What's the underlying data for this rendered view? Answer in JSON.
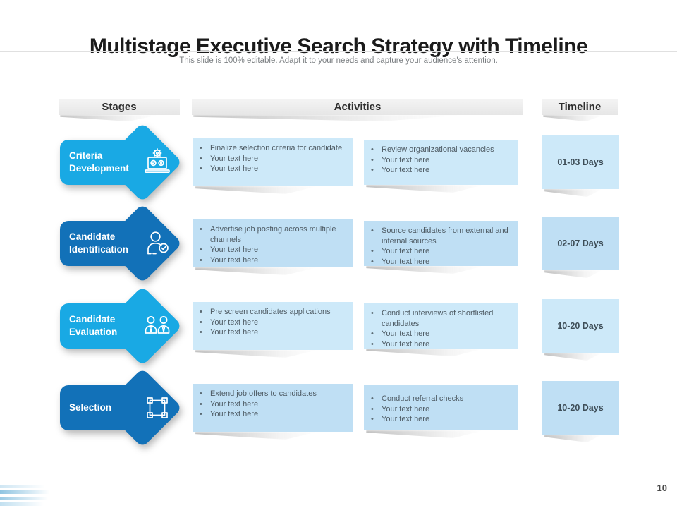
{
  "page": {
    "title": "Multistage Executive Search Strategy with Timeline",
    "subtitle": "This slide is 100% editable. Adapt it to your needs and capture your audience's attention.",
    "page_number": "10"
  },
  "columns": {
    "stages": "Stages",
    "activities": "Activities",
    "timeline": "Timeline"
  },
  "colors": {
    "stage_light": "#19A9E4",
    "stage_dark": "#1271B8",
    "tint_a": "#CDE9F9",
    "tint_b": "#BFDFF4"
  },
  "rows": [
    {
      "stage": "Criteria Development",
      "icon": "laptop-gear-icon",
      "boxes": [
        {
          "bullets": [
            "Finalize selection criteria for candidate",
            "Your text here",
            "Your text here"
          ]
        },
        {
          "bullets": [
            "Review organizational vacancies",
            "Your text here",
            "Your text here"
          ]
        }
      ],
      "timeline": "01-03 Days"
    },
    {
      "stage": "Candidate Identification",
      "icon": "person-check-icon",
      "boxes": [
        {
          "bullets": [
            "Advertise job posting across multiple channels",
            "Your text here",
            "Your text here"
          ]
        },
        {
          "bullets": [
            "Source candidates from external and internal sources",
            "Your text here",
            "Your text here"
          ]
        }
      ],
      "timeline": "02-07 Days"
    },
    {
      "stage": "Candidate Evaluation",
      "icon": "two-candidates-icon",
      "boxes": [
        {
          "bullets": [
            "Pre screen candidates applications",
            "Your text here",
            "Your text here"
          ]
        },
        {
          "bullets": [
            "Conduct interviews of shortlisted candidates",
            "Your text here",
            "Your text here"
          ]
        }
      ],
      "timeline": "10-20 Days"
    },
    {
      "stage": "Selection",
      "icon": "selection-frame-icon",
      "boxes": [
        {
          "bullets": [
            "Extend job offers to candidates",
            "Your text here",
            "Your text here"
          ]
        },
        {
          "bullets": [
            "Conduct referral checks",
            "Your text here",
            "Your text here"
          ]
        }
      ],
      "timeline": "10-20 Days"
    }
  ]
}
